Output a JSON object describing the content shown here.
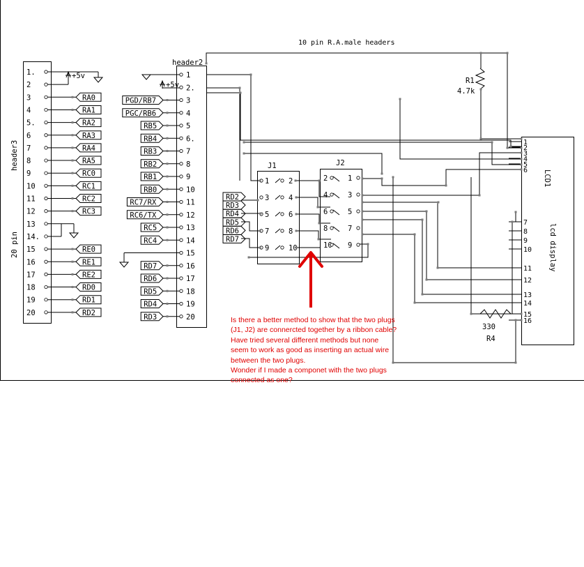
{
  "title": "10 pin R.A.male headers",
  "header3": {
    "name": "header3",
    "sublabel": "20 pin",
    "pins": [
      "1.",
      "2",
      "3",
      "4",
      "5.",
      "6",
      "7",
      "8",
      "9",
      "10",
      "11",
      "12",
      "13",
      "14.",
      "15",
      "16",
      "17",
      "18",
      "19",
      "20"
    ],
    "nets": [
      "",
      "",
      "RA0",
      "RA1",
      "RA2",
      "RA3",
      "RA4",
      "RA5",
      "RC0",
      "RC1",
      "RC2",
      "RC3",
      "",
      "",
      "RE0",
      "RE1",
      "RE2",
      "RD0",
      "RD1",
      "RD2"
    ],
    "supply": "+5v"
  },
  "header2": {
    "name": "header2",
    "pins": [
      "1",
      "2.",
      "3",
      "4",
      "5",
      "6.",
      "7",
      "8",
      "9",
      "10",
      "11",
      "12",
      "13",
      "14",
      "15",
      "16",
      "17",
      "18",
      "19",
      "20"
    ],
    "nets": [
      "",
      "",
      "PGD/RB7",
      "PGC/RB6",
      "RB5",
      "RB4",
      "RB3",
      "RB2",
      "RB1",
      "RB0",
      "RC7/RX",
      "RC6/TX",
      "RC5",
      "RC4",
      "",
      "RD7",
      "RD6",
      "RD5",
      "RD4",
      "RD3"
    ],
    "supply": "+5v"
  },
  "j1": {
    "name": "J1",
    "left_pins": [
      "1",
      "3",
      "5",
      "7",
      "9"
    ],
    "right_pins": [
      "2",
      "4",
      "6",
      "8",
      "10"
    ],
    "nets": [
      "RD2",
      "RD3",
      "RD4",
      "RD5",
      "RD6",
      "RD7"
    ]
  },
  "j2": {
    "name": "J2",
    "left_pins": [
      "2",
      "4",
      "6",
      "8",
      "10"
    ],
    "right_pins": [
      "1",
      "3",
      "5",
      "7",
      "9"
    ]
  },
  "r1": {
    "name": "R1",
    "value": "4.7k"
  },
  "r4": {
    "name": "R4",
    "value": "330"
  },
  "lcd": {
    "name": "LCD1",
    "sublabel": "lcd display",
    "pins": [
      "1",
      "2",
      "3",
      "4",
      "5",
      "6",
      "7",
      "8",
      "9",
      "10",
      "11",
      "12",
      "13",
      "14",
      "15",
      "16"
    ]
  },
  "note": {
    "lines": [
      "Is there a better method to show that the two plugs (J1, J2) are connercted together by a ribbon cable?",
      "Have tried several different methods but none seem to work as good as inserting an actual wire between the two plugs.",
      "Wonder if I made a componet with the two plugs connected as one?"
    ],
    "color": "#e00000"
  }
}
